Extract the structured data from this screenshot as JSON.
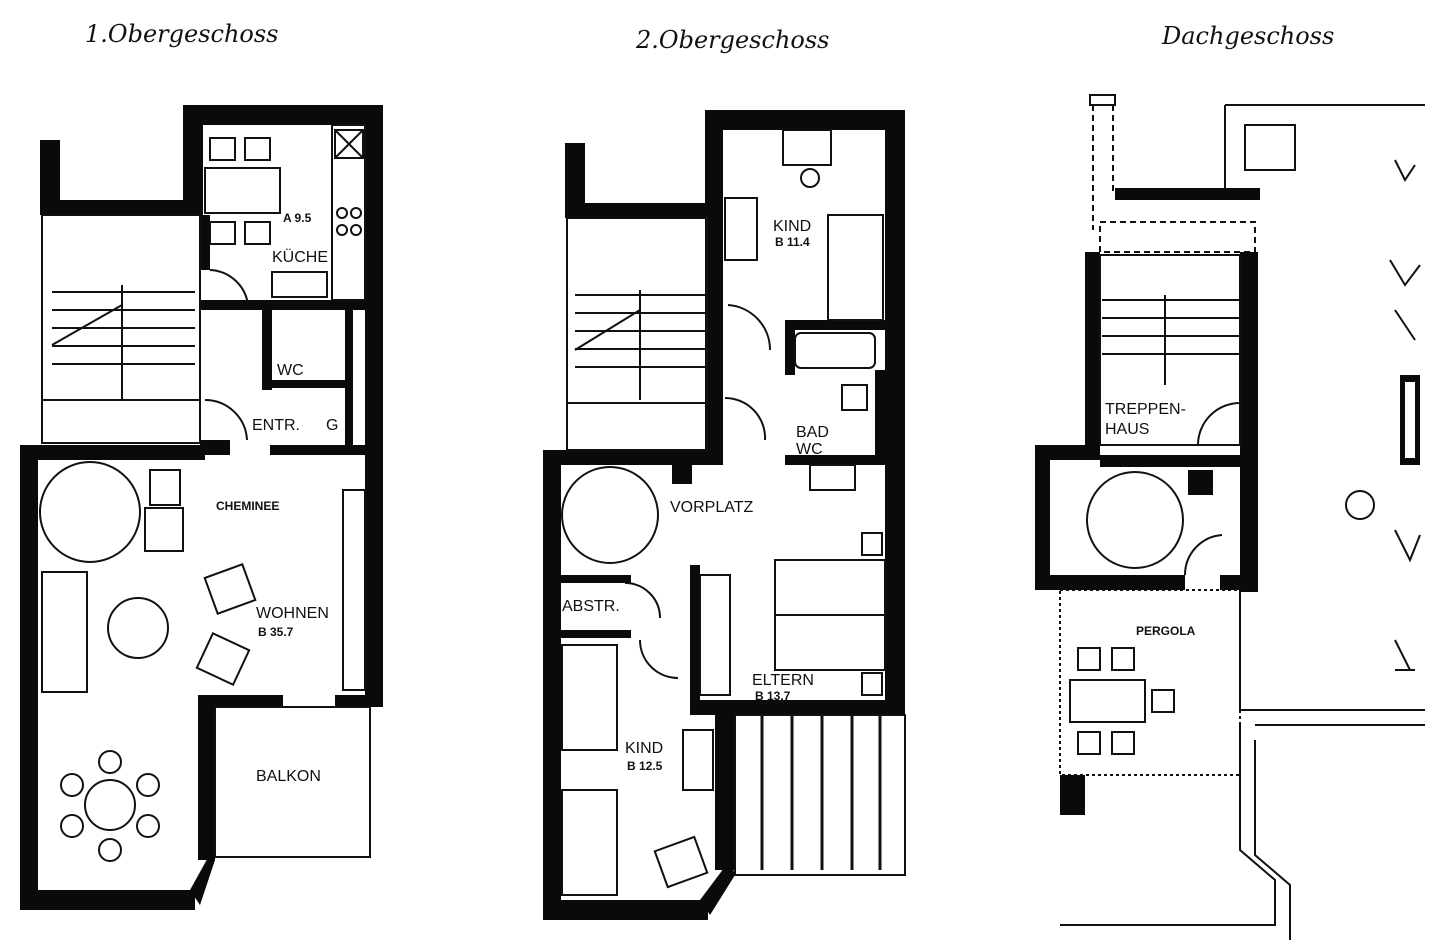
{
  "titles": {
    "floor1": "1.Obergeschoss",
    "floor2": "2.Obergeschoss",
    "roof": "Dachgeschoss"
  },
  "floor1": {
    "kitchen_area": "A 9.5",
    "kitchen": "KÜCHE",
    "wc": "WC",
    "entrance": "ENTR.",
    "g": "G",
    "cheminee": "CHEMINEE",
    "living": "WOHNEN",
    "living_area": "B 35.7",
    "balcony": "BALKON"
  },
  "floor2": {
    "kid1": "KIND",
    "kid1_area": "B 11.4",
    "bath": "BAD",
    "bath_wc": "WC",
    "hall": "VORPLATZ",
    "storage": "ABSTR.",
    "parents": "ELTERN",
    "parents_area": "B 13.7",
    "kid2": "KIND",
    "kid2_area": "B 12.5"
  },
  "roof": {
    "stair1": "TREPPEN-",
    "stair2": "HAUS",
    "pergola": "PERGOLA"
  }
}
